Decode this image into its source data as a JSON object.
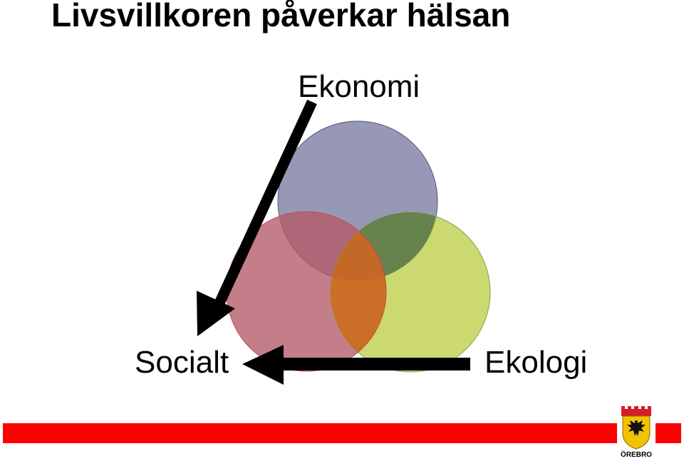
{
  "slide": {
    "title": "Livsvillkoren påverkar hälsan"
  },
  "diagram": {
    "labels": {
      "top": "Ekonomi",
      "left": "Socialt",
      "right": "Ekologi"
    },
    "colors": {
      "ekonomi_circle": "#7a7ba0",
      "socialt_circle": "#b35a68",
      "ekologi_circle": "#c2d257",
      "ekonomi_ekologi_overlap": "#5e7c4b",
      "socialt_ekologi_overlap": "#cc6624",
      "arrow": "#000000"
    }
  },
  "footer": {
    "band_color": "#ff0000",
    "logo_text": "ÖREBRO"
  }
}
